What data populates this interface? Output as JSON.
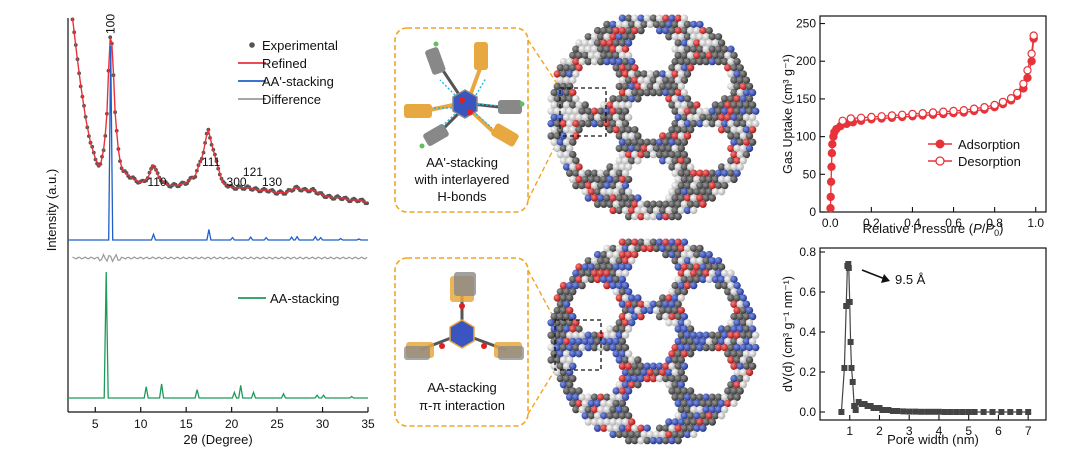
{
  "chart_data": [
    {
      "type": "line",
      "panel": "pxrd",
      "xlabel": "2θ (Degree)",
      "ylabel": "Intensity (a.u.)",
      "xlim": [
        2,
        35
      ],
      "xticks": [
        5,
        10,
        15,
        20,
        25,
        30,
        35
      ],
      "grid": false,
      "legend_top": {
        "position": "top-right",
        "entries": [
          {
            "name": "Experimental",
            "color": "#555555",
            "style": "dots"
          },
          {
            "name": "Refined",
            "color": "#e8333a",
            "style": "line"
          },
          {
            "name": "AA'-stacking",
            "color": "#1f5fc8",
            "style": "line"
          },
          {
            "name": "Difference",
            "color": "#9a9a9a",
            "style": "line"
          }
        ]
      },
      "legend_bottom": {
        "position": "top-right",
        "entries": [
          {
            "name": "AA-stacking",
            "color": "#1f9a5c",
            "style": "line"
          }
        ]
      },
      "peak_labels": [
        {
          "text": "100",
          "x": 6.7
        },
        {
          "text": "110",
          "x": 11.4
        },
        {
          "text": "111",
          "x": 17.4
        },
        {
          "text": "300",
          "x": 20.1
        },
        {
          "text": "121",
          "x": 21.9
        },
        {
          "text": "130",
          "x": 24.0
        }
      ],
      "experimental": {
        "x": [
          2.5,
          3,
          3.5,
          4,
          4.5,
          5,
          5.5,
          6,
          6.3,
          6.5,
          6.7,
          6.9,
          7.2,
          7.6,
          8,
          9,
          10,
          10.8,
          11.4,
          12,
          13,
          14,
          15,
          16,
          16.8,
          17.4,
          18,
          19,
          20.1,
          21,
          21.9,
          23,
          24,
          25,
          26,
          27,
          28,
          29,
          30,
          31,
          32,
          33,
          34,
          35
        ],
        "y": [
          100,
          84,
          70,
          58,
          49,
          43,
          39,
          48,
          62,
          82,
          96,
          86,
          60,
          44,
          38,
          35,
          33,
          35,
          41,
          35,
          32,
          32,
          33,
          36,
          44,
          55,
          46,
          33,
          31,
          31,
          31,
          30,
          30,
          29,
          29,
          31,
          30,
          30,
          28,
          27,
          27,
          26,
          26,
          25
        ]
      },
      "aa_prime_stacking": {
        "x": [
          6.7,
          11.4,
          17.5,
          20.1,
          22.1,
          23.8,
          26.6,
          27.2,
          29.2,
          29.8,
          32.0,
          34.0
        ],
        "y": [
          100,
          12,
          22,
          5,
          6,
          5,
          6,
          7,
          7,
          5,
          3,
          2
        ]
      },
      "aa_stacking": {
        "x": [
          6.2,
          10.6,
          12.3,
          16.2,
          20.3,
          21.0,
          22.4,
          25.7,
          29.4,
          30.1,
          33.2
        ],
        "y": [
          100,
          8,
          10,
          6,
          4,
          9,
          4,
          3,
          2,
          2,
          1
        ]
      }
    },
    {
      "type": "scatter",
      "panel": "isotherm",
      "xlabel": "Relative Pressure (P/P0)",
      "ylabel": "Gas Uptake (cm³ g⁻¹)",
      "xlim": [
        -0.05,
        1.05
      ],
      "ylim": [
        0,
        260
      ],
      "xticks": [
        0.0,
        0.2,
        0.4,
        0.6,
        0.8,
        1.0
      ],
      "yticks": [
        0,
        50,
        100,
        150,
        200,
        250
      ],
      "grid": false,
      "legend_position": "center-right",
      "series": [
        {
          "name": "Adsorption",
          "color": "#e8333a",
          "marker": "filled-circle",
          "x": [
            0.001,
            0.002,
            0.004,
            0.006,
            0.008,
            0.01,
            0.015,
            0.02,
            0.03,
            0.05,
            0.08,
            0.11,
            0.15,
            0.2,
            0.25,
            0.3,
            0.35,
            0.4,
            0.45,
            0.5,
            0.55,
            0.6,
            0.65,
            0.7,
            0.75,
            0.8,
            0.84,
            0.88,
            0.91,
            0.94,
            0.96,
            0.98,
            0.99
          ],
          "y": [
            5,
            20,
            40,
            60,
            78,
            90,
            100,
            106,
            110,
            114,
            117,
            119,
            121,
            123,
            124,
            125,
            126,
            127,
            128,
            129,
            130,
            131,
            132,
            134,
            136,
            139,
            143,
            148,
            154,
            164,
            178,
            200,
            230
          ]
        },
        {
          "name": "Desorption",
          "color": "#e8333a",
          "marker": "open-circle",
          "x": [
            0.99,
            0.98,
            0.96,
            0.94,
            0.91,
            0.88,
            0.84,
            0.8,
            0.75,
            0.7,
            0.65,
            0.6,
            0.55,
            0.5,
            0.45,
            0.4,
            0.35,
            0.3,
            0.25,
            0.2,
            0.15,
            0.1,
            0.06
          ],
          "y": [
            234,
            210,
            188,
            170,
            158,
            151,
            146,
            142,
            139,
            137,
            135,
            134,
            133,
            132,
            131,
            130,
            129,
            128,
            127,
            126,
            125,
            124,
            121
          ]
        }
      ]
    },
    {
      "type": "line",
      "panel": "pore-size",
      "xlabel": "Pore width (nm)",
      "ylabel": "dV(d) (cm³ g⁻¹ nm⁻¹)",
      "xlim": [
        0,
        7.6
      ],
      "ylim": [
        -0.04,
        0.82
      ],
      "xticks": [
        1,
        2,
        3,
        4,
        5,
        6,
        7
      ],
      "yticks": [
        0.0,
        0.2,
        0.4,
        0.6,
        0.8
      ],
      "grid": false,
      "annotation": "9.5 Å",
      "series": [
        {
          "name": "",
          "color": "#444444",
          "marker": "square",
          "x": [
            0.72,
            0.82,
            0.88,
            0.92,
            0.95,
            0.97,
            1.0,
            1.03,
            1.06,
            1.1,
            1.15,
            1.2,
            1.3,
            1.4,
            1.5,
            1.6,
            1.7,
            1.8,
            1.9,
            2.0,
            2.1,
            2.2,
            2.3,
            2.45,
            2.6,
            2.8,
            3.0,
            3.2,
            3.4,
            3.6,
            3.8,
            4.0,
            4.2,
            4.4,
            4.6,
            4.8,
            5.0,
            5.2,
            5.5,
            5.8,
            6.1,
            6.4,
            6.7,
            7.0
          ],
          "y": [
            0.0,
            0.22,
            0.53,
            0.73,
            0.74,
            0.72,
            0.55,
            0.35,
            0.22,
            0.15,
            0.03,
            0.01,
            0.05,
            0.04,
            0.04,
            0.03,
            0.03,
            0.02,
            0.02,
            0.02,
            0.01,
            0.01,
            0.01,
            0.005,
            0.005,
            0.003,
            0.002,
            0.002,
            0.001,
            0.001,
            0.001,
            0.001,
            0.0,
            0.0,
            0.0,
            0.0,
            0.0,
            0.0,
            0.0,
            0.0,
            0.0,
            0.0,
            0.0,
            0.0
          ]
        }
      ]
    }
  ],
  "structures": {
    "top_caption": [
      "AA'-stacking",
      "with interlayered",
      "H-bonds"
    ],
    "bottom_caption": [
      "AA-stacking",
      "π-π interaction"
    ],
    "colors": {
      "box_border": "#f0a623",
      "carbon": "#4d4d4d",
      "nitrogen": "#2f4bb8",
      "oxygen": "#e02020",
      "hydrogen": "#e8e8e8",
      "highlight": "#e8a840",
      "hbond": "#1fb6e0"
    }
  }
}
